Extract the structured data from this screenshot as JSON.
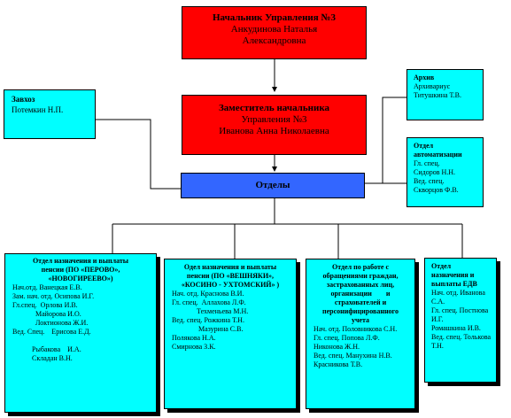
{
  "chief": {
    "title": "Начальник Управления №3",
    "name_line1": "Анкудинова Наталья",
    "name_line2": "Александровна"
  },
  "deputy": {
    "title": "Заместитель начальника",
    "subtitle": "Управления №3",
    "name": "Иванова Анна Николаевна"
  },
  "supply": {
    "title": "Завхоз",
    "name": "Потемкин Н.П."
  },
  "archive": {
    "title": "Архив",
    "role": "Архивариус",
    "name": "Титушкина Т.В."
  },
  "automation": {
    "title_line1": "Отдел",
    "title_line2": "автоматизации",
    "lines": [
      "Гл. спец.",
      "Сидоров Н.Н.",
      "Вед. спец.",
      "Скворцов Ф.В."
    ]
  },
  "departments_label": "Отделы",
  "departments": [
    {
      "title_lines": [
        "Отдел назначения и выплаты",
        "пенсии (ПО «ПЕРОВО»,",
        "«НОВОГИРЕЕВО»)"
      ],
      "lines": [
        "Нач.отд. Ванецкая Е.В.",
        "Зам. нач. отд. Осипова И.Г.",
        "Гл.спец.  Орлова И.В.",
        "             Майорова И.О.",
        "             Локтионова Ж.И.",
        "Вед. Спец.    Ерисова Е.Д.",
        "",
        "           Рыбакова    И.А.",
        "           Складан В.Н."
      ]
    },
    {
      "title_lines": [
        "Одел назначения и выплаты",
        "пенсии (ПО «ВЕШНЯКИ»,",
        "«КОСИНО - УХТОМСКИЙ» )"
      ],
      "lines": [
        "Нач. отд. Краснова В.И.",
        "Гл. спец.  Аллахова Л.Ф.",
        "              Техменьева М.Н.",
        "Вед. спец. Рожкина Т.Н.",
        "               Мазурина С.В.",
        "Полякова Н.А.",
        "Смирнова З.К."
      ]
    },
    {
      "title_lines": [
        "Отдел по работе с",
        "обращениями граждан,",
        "застрахованных лиц,",
        "организации        и",
        "страхователей и",
        "персонифицированного",
        "учета"
      ],
      "lines": [
        "Нач. отд. Половникова С.Н.",
        "Гл. спец. Попова Л.Ф.",
        "Никонова Ж.Н.",
        "Вед. спец. Манухина Н.В.",
        "Красникова Т.В."
      ]
    },
    {
      "title_lines": [
        "Отдел",
        "назначения и",
        "выплаты ЕДВ"
      ],
      "lines": [
        "Нач. отд. Иванова",
        "С.А.",
        "Гл. спец. Постнова",
        "И.Г.",
        "Ромашкина И.В.",
        "Вед. спец. Толькова",
        "Т.Н."
      ]
    }
  ]
}
